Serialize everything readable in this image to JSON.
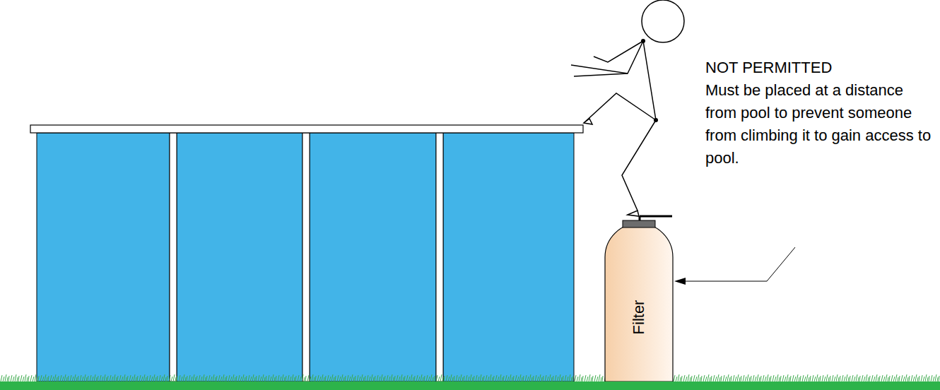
{
  "diagram": {
    "nodes": [
      {
        "text": [
          "Filter"
        ]
      }
    ],
    "labels": [
      "NOT PERMITTED",
      "Must be placed at a distance from pool to prevent someone from climbing it to gain access to pool."
    ]
  }
}
